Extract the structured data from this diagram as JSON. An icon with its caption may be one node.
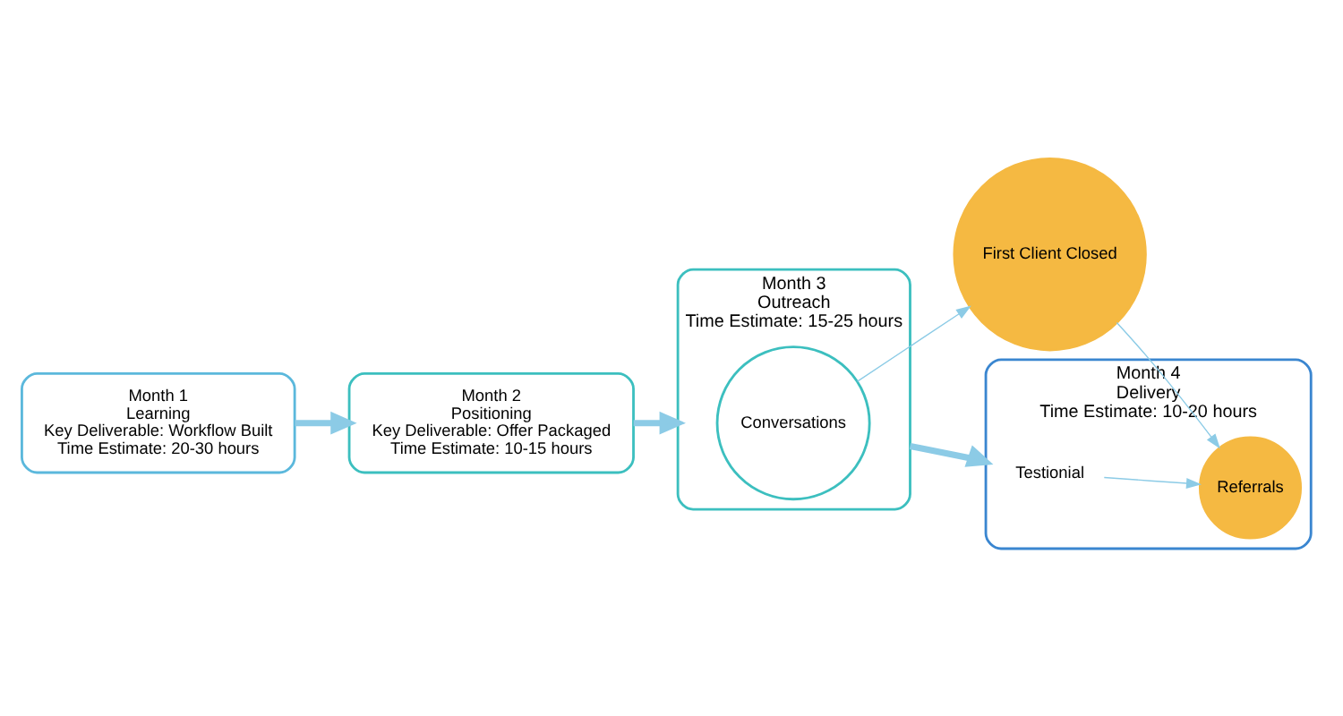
{
  "diagram": {
    "nodes": [
      {
        "text": [
          "Month 1",
          "Learning",
          "Key Deliverable: Workflow Built",
          "Time Estimate: 20-30 hours"
        ]
      },
      {
        "text": [
          "Month 2",
          "Positioning",
          "Key Deliverable: Offer Packaged",
          "Time Estimate: 10-15 hours"
        ]
      },
      {
        "text": [
          "Month 3",
          "Outreach",
          "Time Estimate: 15-25 hours"
        ]
      },
      {
        "text": [
          "Conversations"
        ],
        "in": 2
      },
      {
        "text": [
          "First Client Closed"
        ]
      },
      {
        "text": [
          "Month 4",
          "Delivery",
          "Time Estimate: 10-20 hours"
        ]
      },
      {
        "text": [
          "Testionial"
        ],
        "in": 5
      },
      {
        "text": [
          "Referrals"
        ],
        "in": 5
      }
    ],
    "edges": [
      {
        "from": 0,
        "to": 1,
        "arrow": "to",
        "style": "thick"
      },
      {
        "from": 1,
        "to": 2,
        "arrow": "to",
        "style": "thick"
      },
      {
        "from": 2,
        "to": 5,
        "arrow": "to",
        "style": "thick"
      },
      {
        "from": 3,
        "to": 4,
        "arrow": "to"
      },
      {
        "from": 4,
        "to": 7,
        "arrow": "to"
      },
      {
        "from": 6,
        "to": 7,
        "arrow": "to"
      }
    ]
  }
}
